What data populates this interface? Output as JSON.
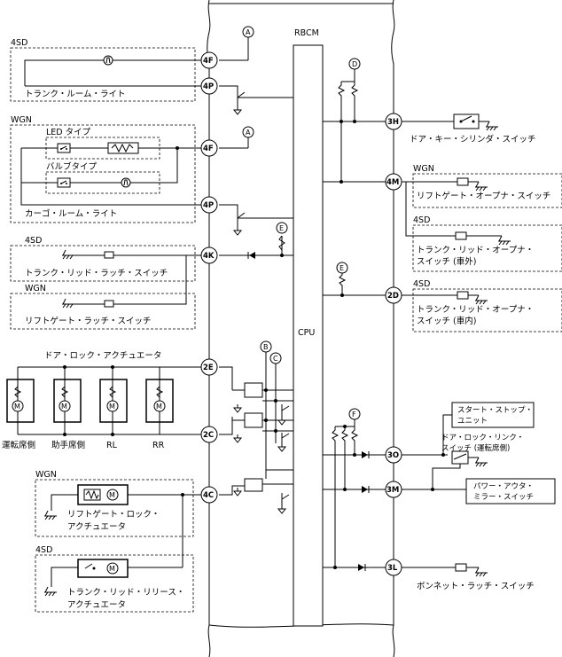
{
  "module": {
    "name": "RBCM",
    "cpu": "CPU"
  },
  "groups": {
    "4sd_trunk_room": "4SD",
    "wgn_cargo_room": "WGN",
    "4sd_trunk_latch": "4SD",
    "wgn_liftgate_latch": "WGN",
    "wgn_liftgate_lock": "WGN",
    "4sd_trunk_release": "4SD",
    "wgn_liftgate_opener": "WGN",
    "4sd_trunk_opener_ext": "4SD",
    "4sd_trunk_opener_int": "4SD"
  },
  "labels": {
    "trunk_room_light": "トランク・ルーム・ライト",
    "led_type": "LED タイプ",
    "bulb_type": "バルブタイプ",
    "cargo_room_light": "カーゴ・ルーム・ライト",
    "trunk_lid_latch_switch": "トランク・リッド・ラッチ・スイッチ",
    "liftgate_latch_switch": "リフトゲート・ラッチ・スイッチ",
    "door_lock_actuator": "ドア・ロック・アクチュエータ",
    "driver_side": "運転席側",
    "passenger_side": "助手席側",
    "rl": "RL",
    "rr": "RR",
    "liftgate_lock_actuator_1": "リフトゲート・ロック・",
    "liftgate_lock_actuator_2": "アクチュエータ",
    "trunk_lid_release_actuator_1": "トランク・リッド・リリース・",
    "trunk_lid_release_actuator_2": "アクチュエータ",
    "door_key_cylinder_switch": "ドア・キー・シリンダ・スイッチ",
    "liftgate_opener_switch": "リフトゲート・オープナ・スイッチ",
    "trunk_opener_ext_1": "トランク・リッド・オープナ・",
    "trunk_opener_ext_2": "スイッチ (車外)",
    "trunk_opener_int_1": "トランク・リッド・オープナ・",
    "trunk_opener_int_2": "スイッチ (車内)",
    "start_stop_unit_1": "スタート・ストップ・",
    "start_stop_unit_2": "ユニット",
    "door_lock_link_switch_1": "ドア・ロック・リンク・",
    "door_lock_link_switch_2": "スイッチ (運転席側)",
    "power_outer_mirror_switch_1": "パワー・アウタ・",
    "power_outer_mirror_switch_2": "ミラー・スイッチ",
    "bonnet_latch_switch": "ボンネット・ラッチ・スイッチ"
  },
  "connectors": {
    "c4F_a": "4F",
    "c4P_a": "4P",
    "c4F_b": "4F",
    "c4P_b": "4P",
    "c4K": "4K",
    "c2E": "2E",
    "c2C": "2C",
    "c4C": "4C",
    "c3H": "3H",
    "c4M": "4M",
    "c2D": "2D",
    "c3O": "3O",
    "c3M": "3M",
    "c3L": "3L"
  },
  "refs": {
    "a1": "A",
    "a2": "A",
    "b": "B",
    "c": "C",
    "d": "D",
    "e1": "E",
    "e2": "E",
    "f": "F"
  },
  "motor": "M",
  "icons": {
    "bulb": "lamp-bulb-icon",
    "motor": "motor-icon",
    "switch": "switch-icon",
    "ground": "ground-icon",
    "diode": "diode-icon",
    "transistor": "transistor-icon",
    "resistor": "resistor-icon"
  },
  "colors": {
    "line": "#000000",
    "background": "#ffffff"
  }
}
